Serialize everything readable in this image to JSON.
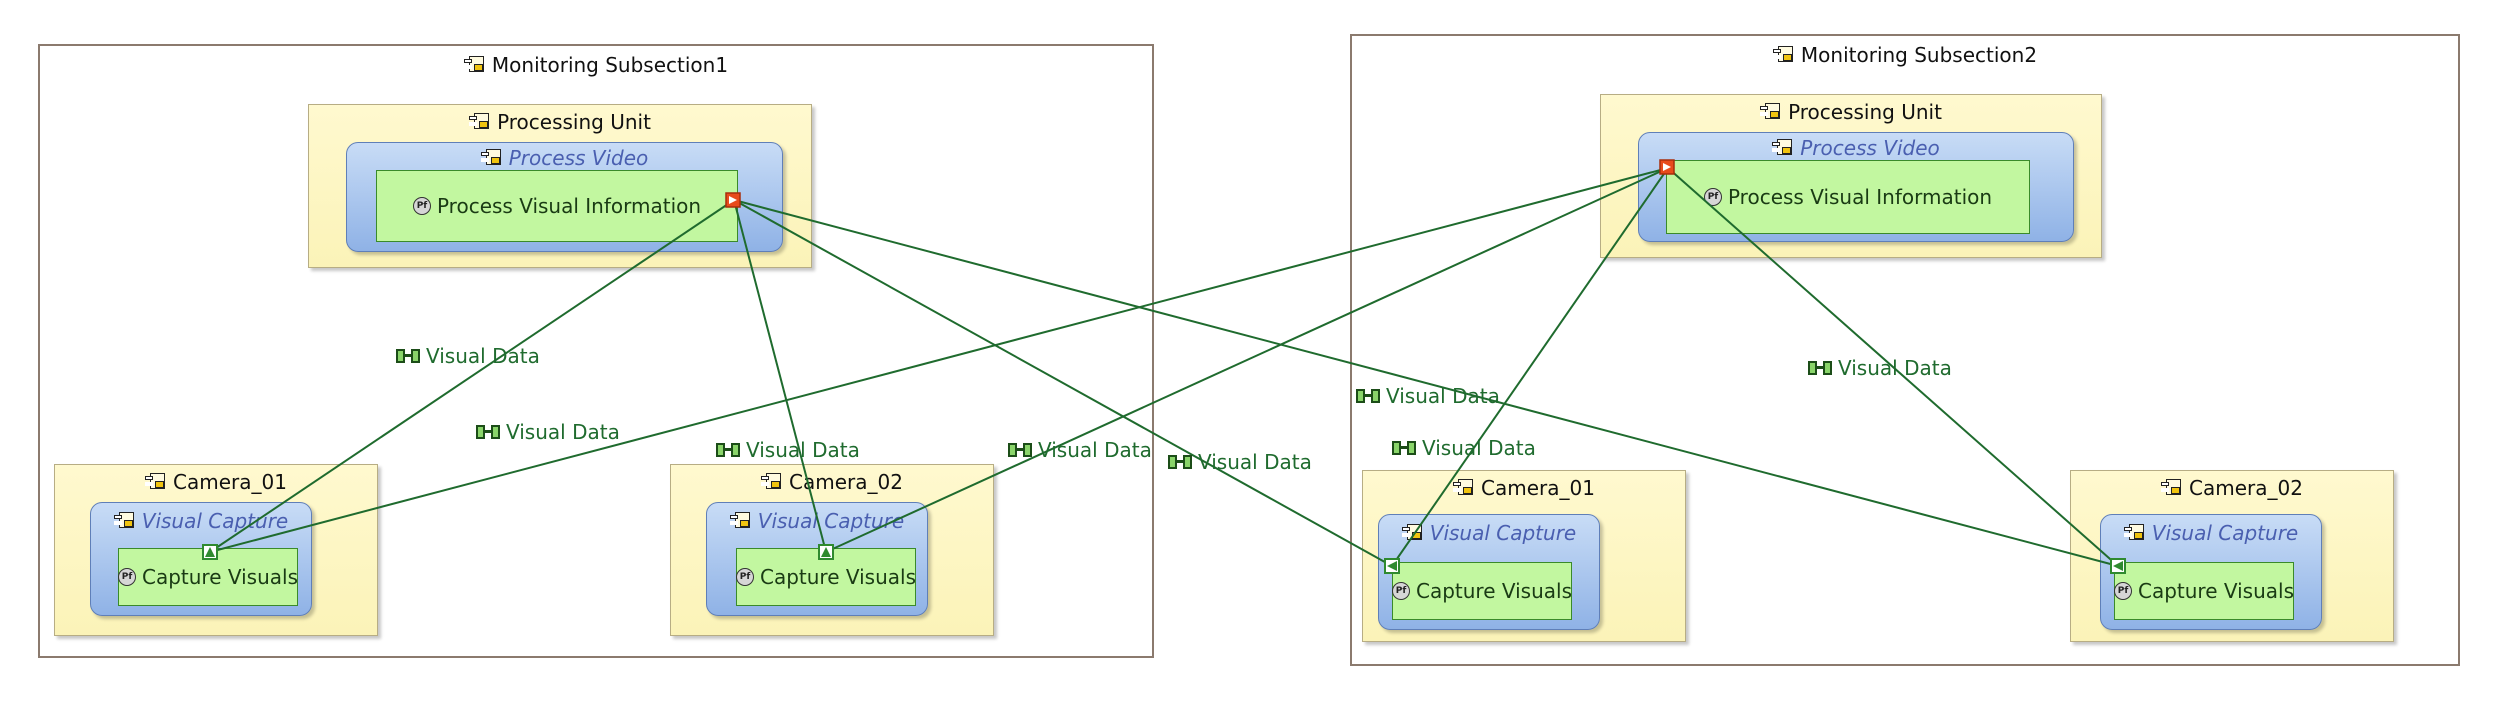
{
  "subsections": [
    {
      "title": "Monitoring Subsection1",
      "processing": {
        "title": "Processing Unit",
        "component": "Process Video",
        "function": "Process Visual Information"
      },
      "cameras": [
        {
          "title": "Camera_01",
          "component": "Visual Capture",
          "function": "Capture Visuals"
        },
        {
          "title": "Camera_02",
          "component": "Visual Capture",
          "function": "Capture Visuals"
        }
      ]
    },
    {
      "title": "Monitoring Subsection2",
      "processing": {
        "title": "Processing Unit",
        "component": "Process Video",
        "function": "Process Visual Information"
      },
      "cameras": [
        {
          "title": "Camera_01",
          "component": "Visual Capture",
          "function": "Capture Visuals"
        },
        {
          "title": "Camera_02",
          "component": "Visual Capture",
          "function": "Capture Visuals"
        }
      ]
    }
  ],
  "exchanges": [
    {
      "label": "Visual Data"
    },
    {
      "label": "Visual Data"
    },
    {
      "label": "Visual Data"
    },
    {
      "label": "Visual Data"
    },
    {
      "label": "Visual Data"
    },
    {
      "label": "Visual Data"
    },
    {
      "label": "Visual Data"
    },
    {
      "label": "Visual Data"
    }
  ],
  "colors": {
    "link": "#1f6b2e",
    "system_fill": "#fff9cf",
    "component_fill": "#a9c6ef",
    "function_fill": "#c2f7a0",
    "out_port": "#e84b1c",
    "in_port": "#2f8a2f"
  },
  "icons": {
    "system": "physical-node-icon",
    "function": "function-icon",
    "exchange": "functional-exchange-icon"
  }
}
